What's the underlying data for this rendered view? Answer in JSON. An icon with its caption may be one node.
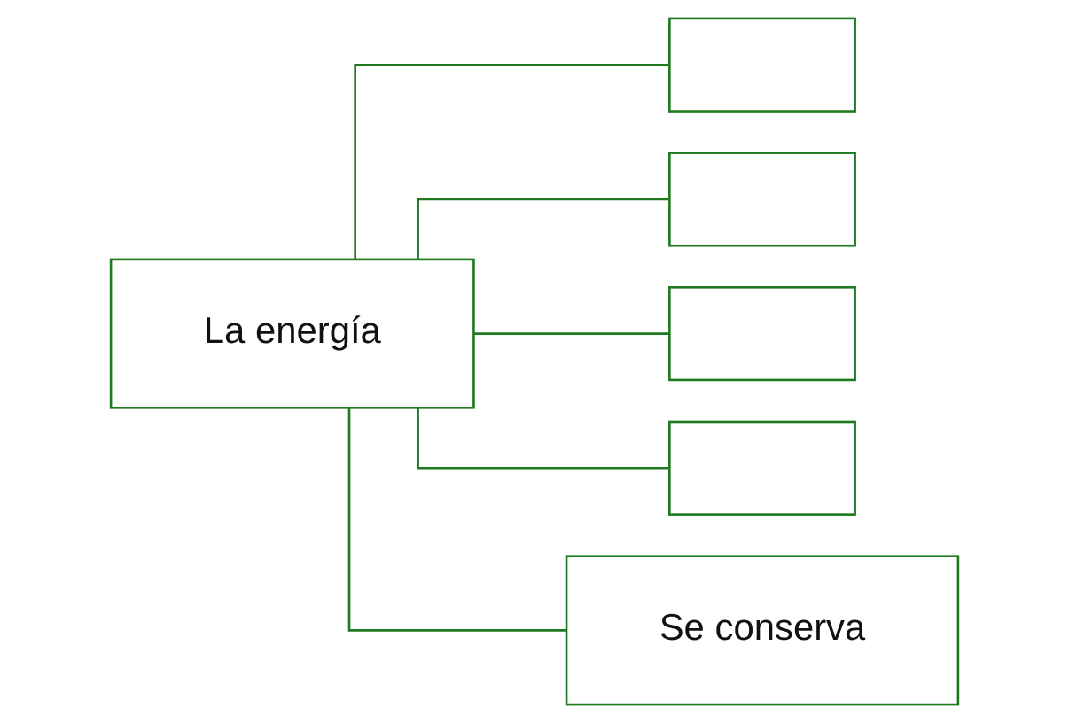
{
  "diagram": {
    "nodes": [
      {
        "text": [
          "La energía"
        ]
      },
      {
        "text": [],
        "shape": "box"
      },
      {
        "text": [],
        "shape": "box"
      },
      {
        "text": [],
        "shape": "box"
      },
      {
        "text": [],
        "shape": "box"
      },
      {
        "text": [
          "Se conserva"
        ]
      }
    ],
    "edges": [
      {
        "from": 0,
        "to": 1,
        "arrow": "none"
      },
      {
        "from": 0,
        "to": 2,
        "arrow": "none"
      },
      {
        "from": 0,
        "to": 3,
        "arrow": "none"
      },
      {
        "from": 0,
        "to": 4,
        "arrow": "none"
      },
      {
        "from": 0,
        "to": 5,
        "arrow": "none"
      }
    ]
  }
}
